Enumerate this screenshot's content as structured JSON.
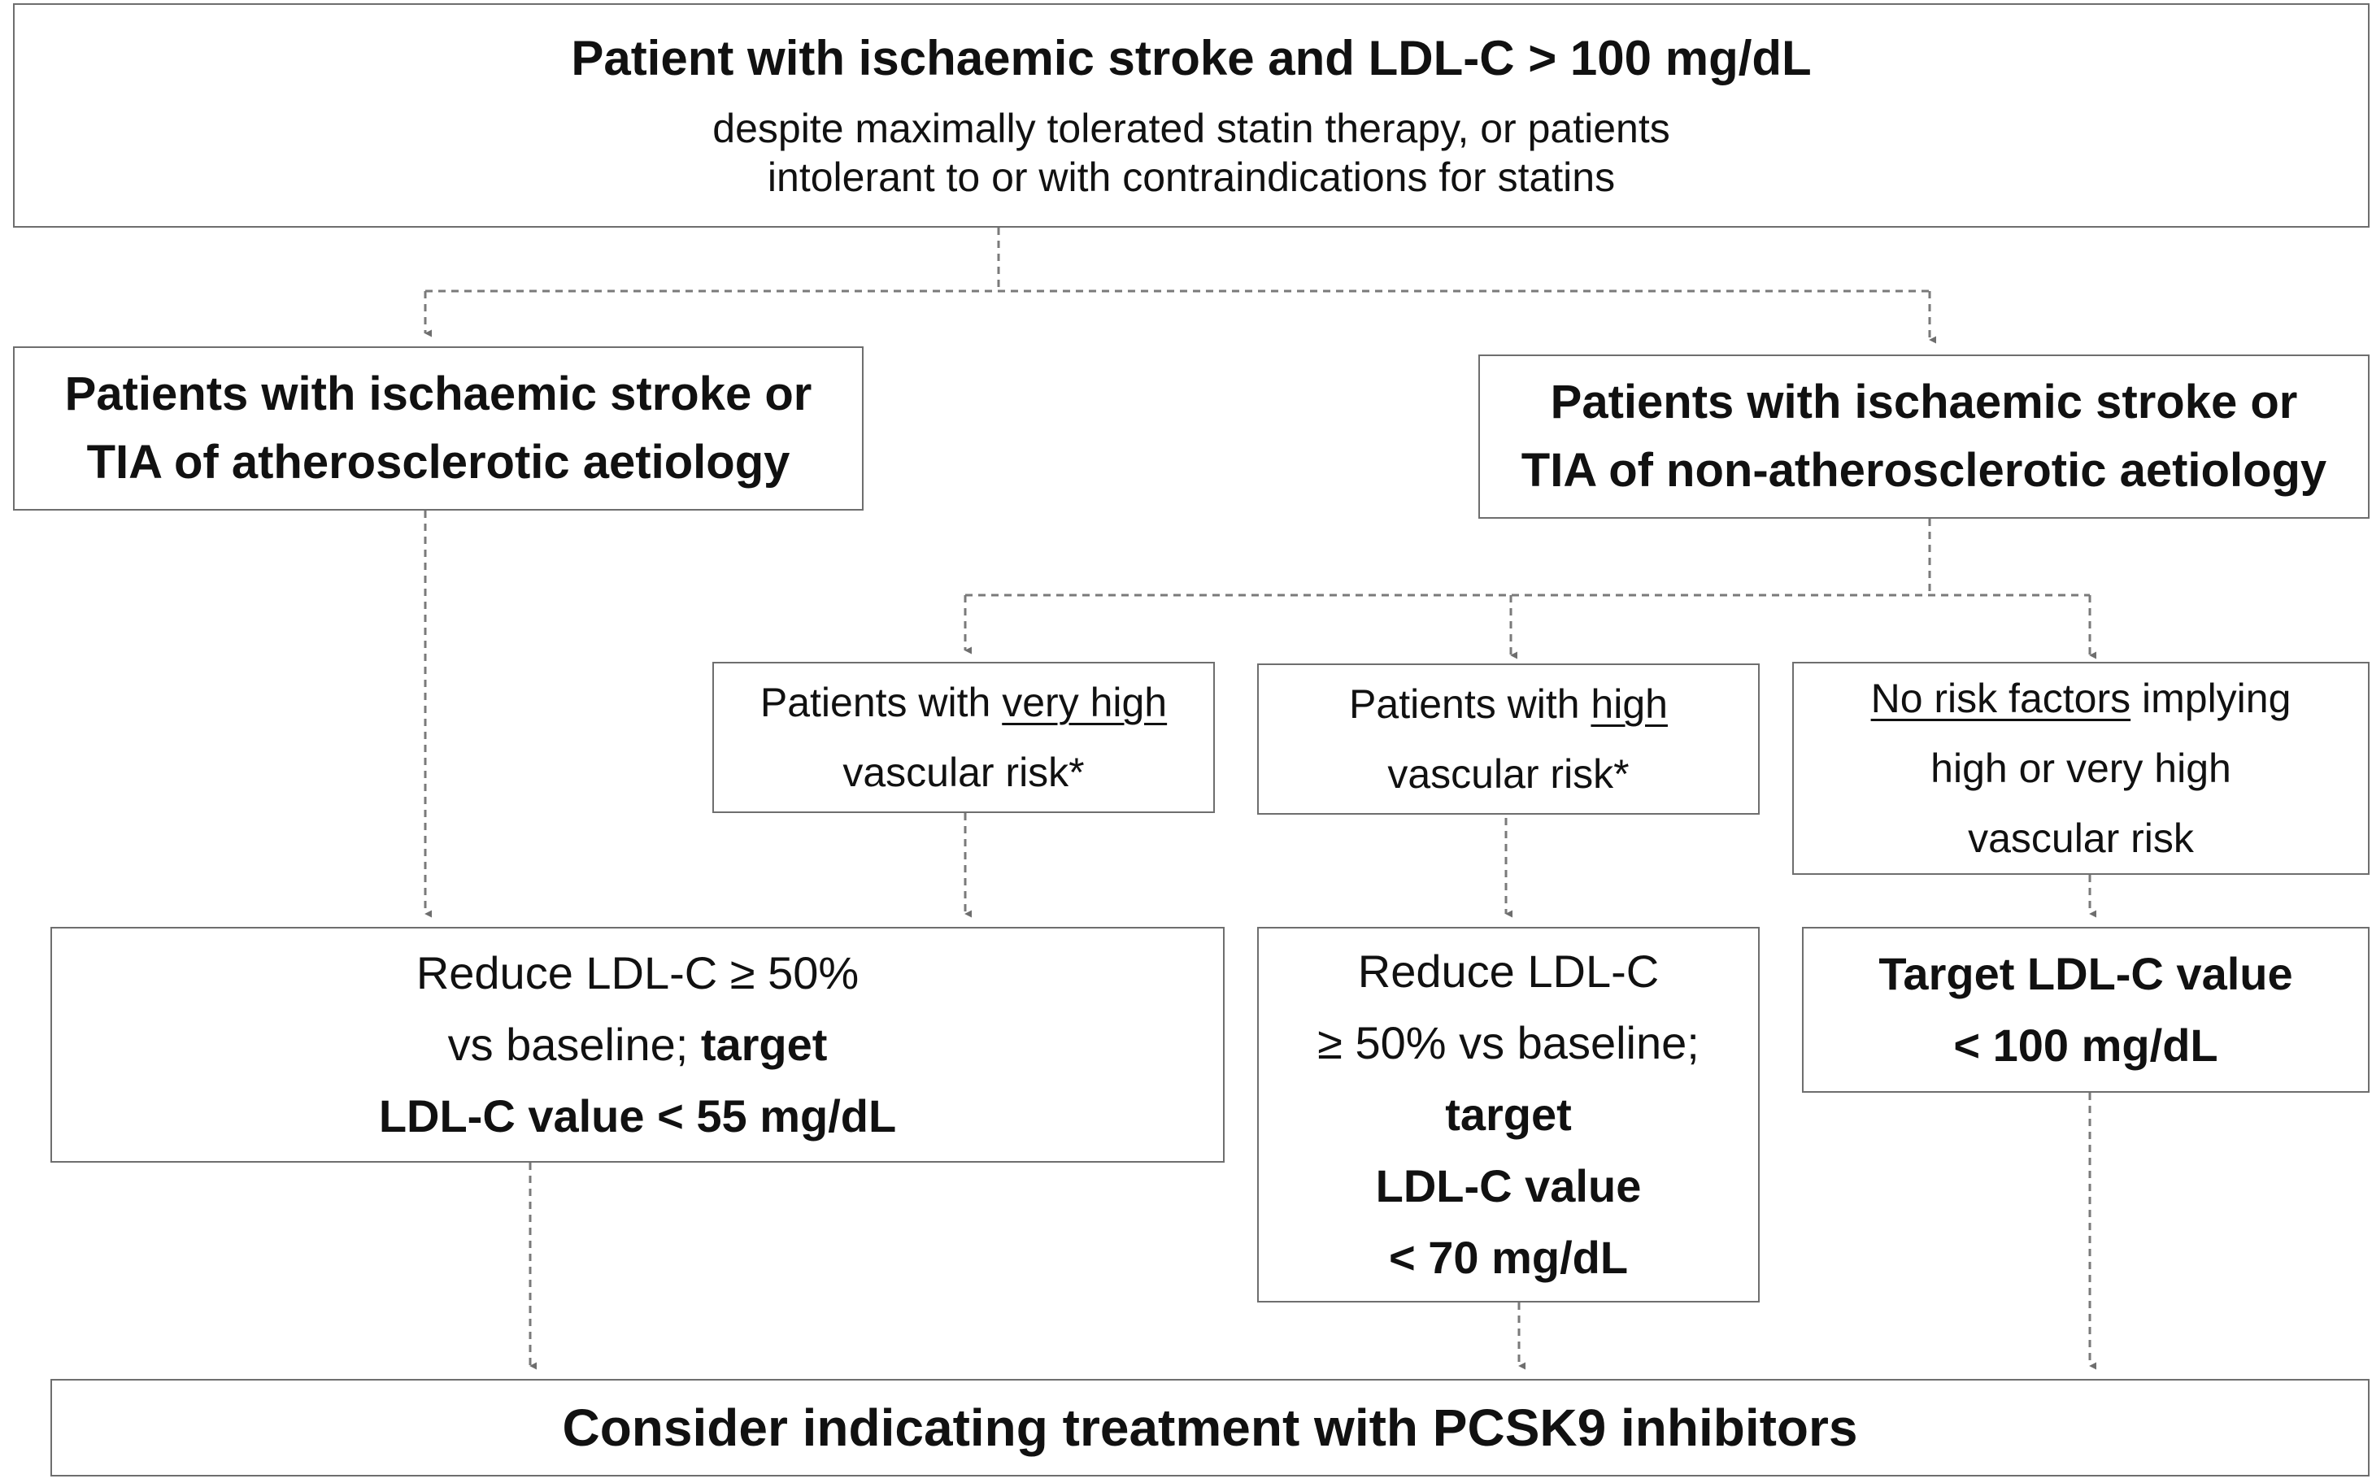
{
  "top_box": {
    "title": "Patient with ischaemic stroke and LDL-C > 100 mg/dL",
    "subtitle_line1": "despite maximally tolerated statin therapy, or patients",
    "subtitle_line2": "intolerant to or with contraindications for statins"
  },
  "atherosclerotic_box": {
    "line1": "Patients with ischaemic stroke or",
    "line2": "TIA of atherosclerotic aetiology"
  },
  "non_atherosclerotic_box": {
    "line1": "Patients with ischaemic stroke or",
    "line2": "TIA of non-atherosclerotic aetiology"
  },
  "very_high_risk_box": {
    "prefix": "Patients with ",
    "emphasis": "very high",
    "line2": "vascular risk*"
  },
  "high_risk_box": {
    "prefix": "Patients with ",
    "emphasis": "high",
    "line2": "vascular risk*"
  },
  "no_risk_box": {
    "emphasis": "No risk factors",
    "suffix": " implying",
    "line2": "high or very high",
    "line3": "vascular risk"
  },
  "target_55_box": {
    "line1": "Reduce LDL-C ≥ 50%",
    "line2_plain": "vs baseline; ",
    "line2_bold": "target",
    "line3": "LDL-C value < 55 mg/dL"
  },
  "target_70_box": {
    "line1": "Reduce LDL-C",
    "line2": "≥ 50% vs baseline;",
    "line3": "target",
    "line4": "LDL-C value",
    "line5": "< 70 mg/dL"
  },
  "target_100_box": {
    "line1": "Target LDL-C value",
    "line2": "< 100 mg/dL"
  },
  "final_box": {
    "text": "Consider indicating treatment with PCSK9 inhibitors"
  },
  "colors": {
    "connector": "#7a7a7a",
    "border": "#6e6e6e",
    "text": "#111111"
  }
}
